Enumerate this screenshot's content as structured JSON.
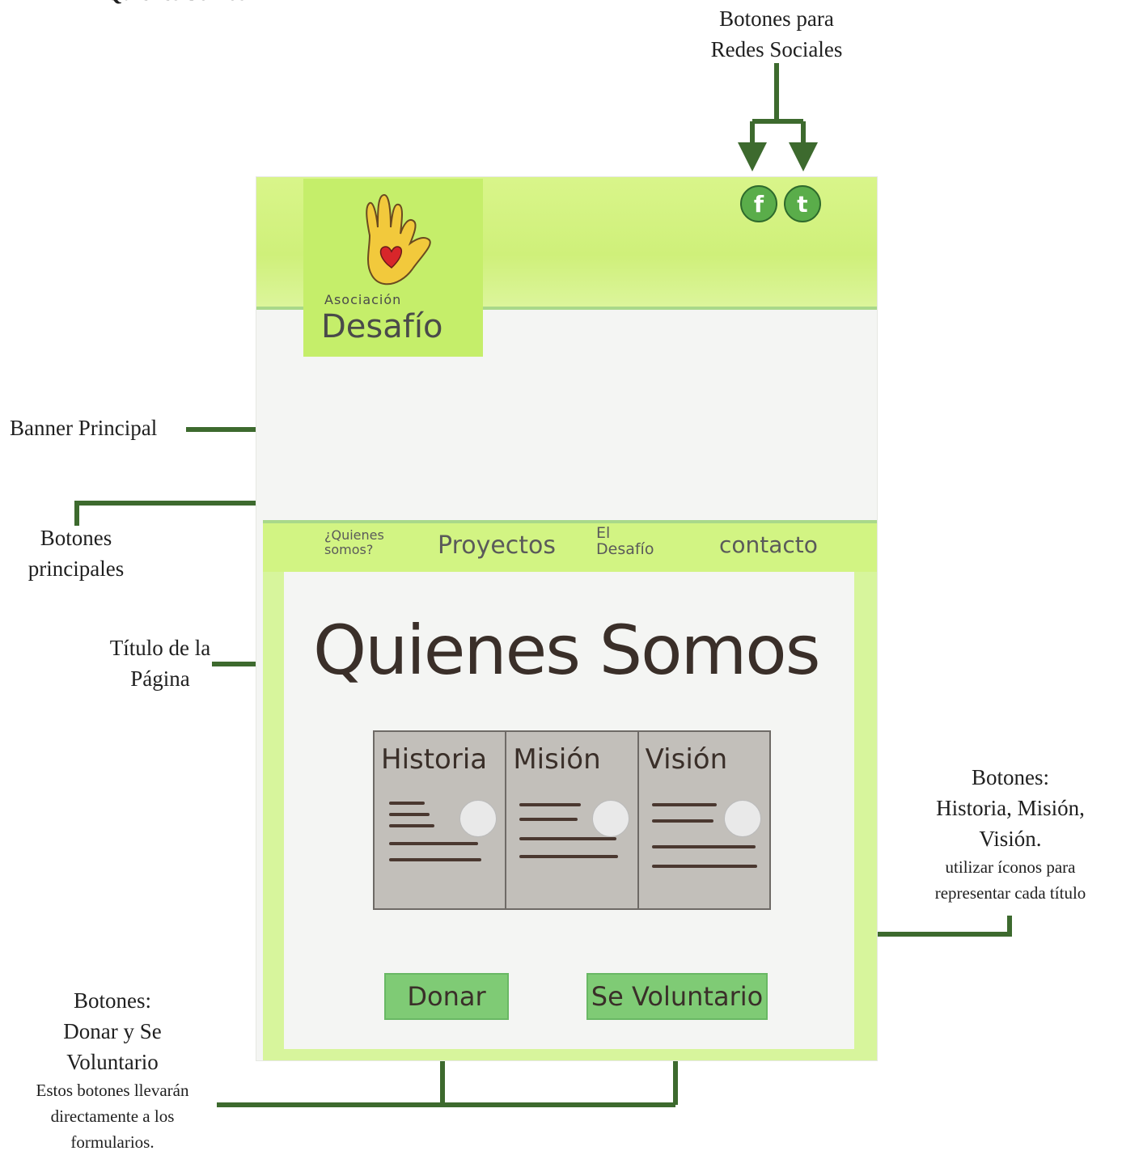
{
  "annotations": {
    "top_left_title": "Quienes Somos",
    "social_label_line1": "Botones para",
    "social_label_line2": "Redes Sociales",
    "banner_label": "Banner Principal",
    "main_buttons_line1": "Botones",
    "main_buttons_line2": "principales",
    "page_title_line1": "Título de la",
    "page_title_line2": "Página",
    "hmv_line1": "Botones:",
    "hmv_line2": "Historia, Misión,",
    "hmv_line3": "Visión.",
    "hmv_note_line1": "utilizar íconos para",
    "hmv_note_line2": "representar cada título",
    "cta_line1": "Botones:",
    "cta_line2": "Donar y Se",
    "cta_line3": "Voluntario",
    "cta_note_line1": "Estos botones llevarán",
    "cta_note_line2": "directamente a los",
    "cta_note_line3": "formularios."
  },
  "sketch": {
    "logo": {
      "top": "Asociación",
      "main": "Desafío"
    },
    "social": {
      "facebook": "f",
      "twitter": "t"
    },
    "nav": {
      "quienes_line1": "¿Quienes",
      "quienes_line2": "somos?",
      "proyectos": "Proyectos",
      "desafio_line1": "El",
      "desafio_line2": "Desafío",
      "contacto": "contacto"
    },
    "page_title": "Quienes Somos",
    "cards": [
      {
        "title": "Historia"
      },
      {
        "title": "Misión"
      },
      {
        "title": "Visión"
      }
    ],
    "buttons": {
      "donar": "Donar",
      "voluntario": "Se Voluntario"
    }
  },
  "colors": {
    "arrow": "#3d6a2e",
    "lime": "#d2f483",
    "button_green": "#7fcb75"
  }
}
